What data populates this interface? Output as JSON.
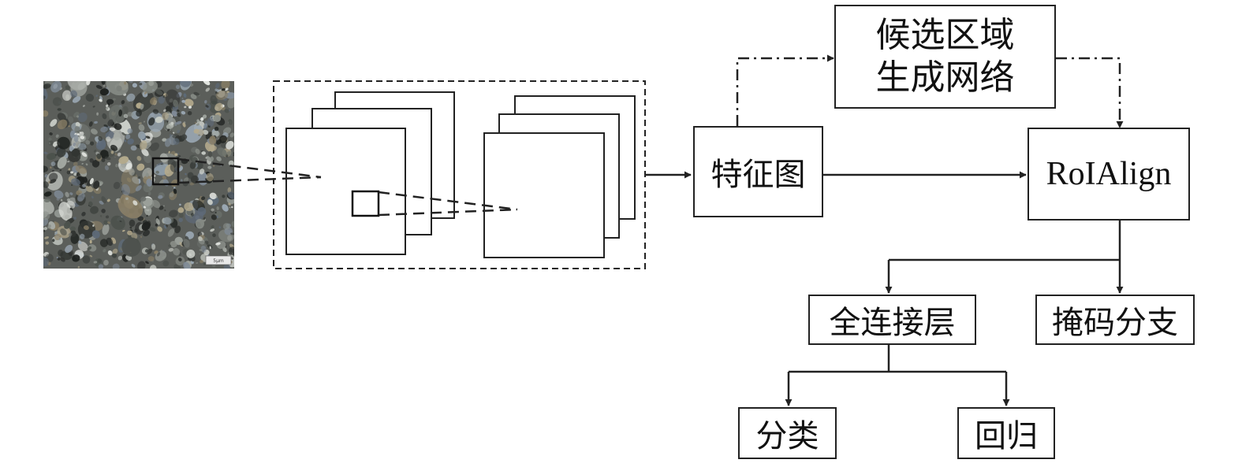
{
  "nodes": {
    "feature_map": "特征图",
    "rpn_line1": "候选区域",
    "rpn_line2": "生成网络",
    "roialign": "RoIAlign",
    "fc_layer": "全连接层",
    "mask_branch": "掩码分支",
    "classification": "分类",
    "regression": "回归"
  },
  "image": {
    "subject": "rock-microscope-image",
    "scale_bar_text": "5μm"
  },
  "colors": {
    "stroke": "#222222",
    "background": "#ffffff",
    "micro_base": "#5b5e5a"
  }
}
